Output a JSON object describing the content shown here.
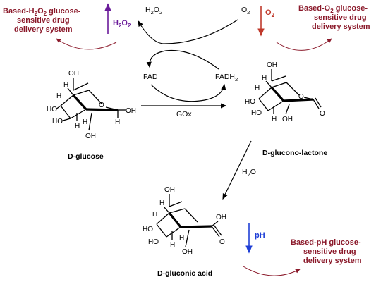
{
  "colors": {
    "dark_red": "#8b1a2b",
    "purple": "#6a1b9a",
    "orange": "#c0392b",
    "blue": "#1f3fd6",
    "black": "#000000"
  },
  "labels": {
    "h2o2": "H",
    "o2": "O",
    "fad": "FAD",
    "fadh2": "FADH",
    "gox": "GOx",
    "h2o": "H",
    "d_glucose": "D-glucose",
    "d_glucono_lactone": "D-glucono-lactone",
    "d_gluconic_acid": "D-gluconic acid"
  },
  "subscripts": {
    "two": "2"
  },
  "systems": {
    "h2o2": [
      "Based-H",
      "2",
      "O",
      "2",
      " glucose-",
      "sensitive drug",
      "delivery system"
    ],
    "o2": [
      "Based-O",
      "2",
      " glucose-",
      "sensitive drug",
      "delivery system"
    ],
    "ph": [
      "Based-pH glucose-",
      "sensitive drug",
      "delivery system"
    ]
  },
  "arrows": {
    "h2o2_up": "H",
    "o2_down": "O",
    "ph_down": "pH"
  },
  "atoms": {
    "oh": "OH",
    "ho": "HO",
    "h": "H",
    "o": "O"
  }
}
